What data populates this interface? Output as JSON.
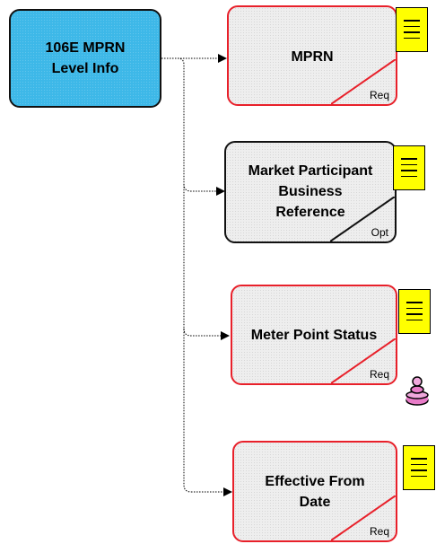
{
  "root": {
    "title_line1": "106E MPRN",
    "title_line2": "Level Info"
  },
  "nodes": [
    {
      "title_lines": [
        "MPRN"
      ],
      "tag": "Req",
      "status": "required"
    },
    {
      "title_lines": [
        "Market Participant",
        "Business",
        "Reference"
      ],
      "tag": "Opt",
      "status": "optional"
    },
    {
      "title_lines": [
        "Meter Point Status"
      ],
      "tag": "Req",
      "status": "required"
    },
    {
      "title_lines": [
        "Effective From",
        "Date"
      ],
      "tag": "Req",
      "status": "required"
    }
  ],
  "colors": {
    "root_fill": "#3db8e8",
    "node_fill": "#eeeeee",
    "required_border": "#e8202a",
    "optional_border": "#111111",
    "note_fill": "#ffff00"
  },
  "icons": {
    "note": "note-icon",
    "badge": "stacked-user-icon"
  }
}
